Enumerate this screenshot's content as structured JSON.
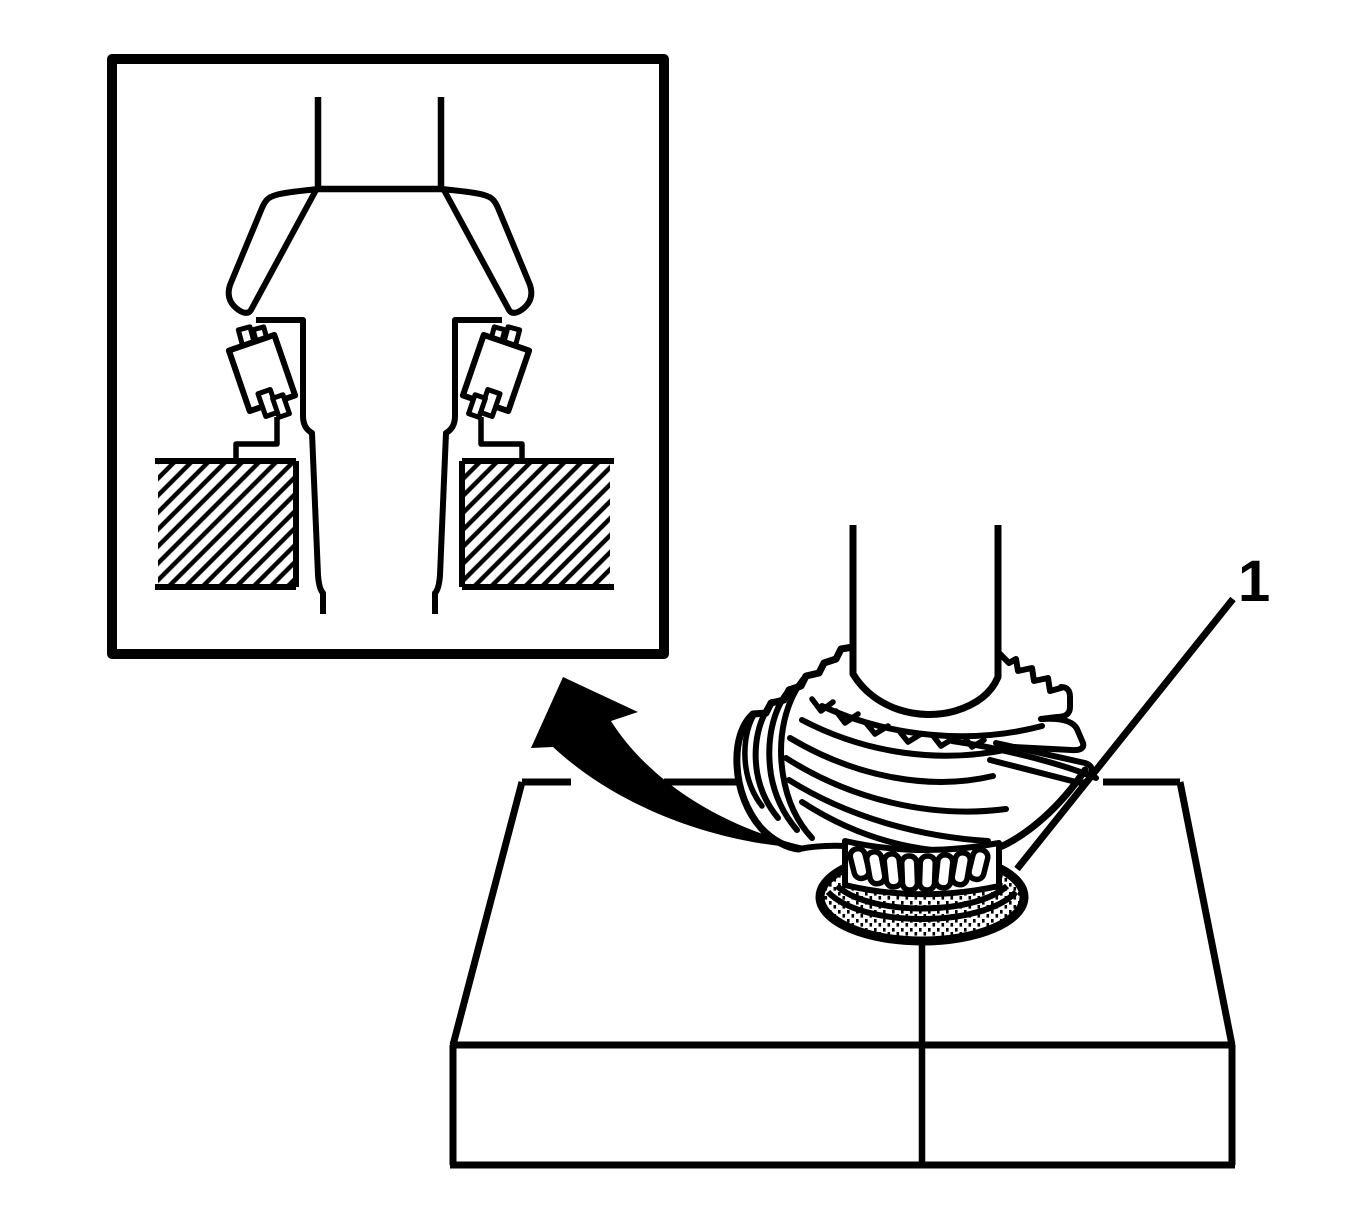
{
  "figure": {
    "kind": "technical-illustration",
    "background_color": "#ffffff",
    "line_color": "#000000",
    "callouts": [
      {
        "label": "1",
        "target": "pinion-bearing"
      }
    ]
  }
}
